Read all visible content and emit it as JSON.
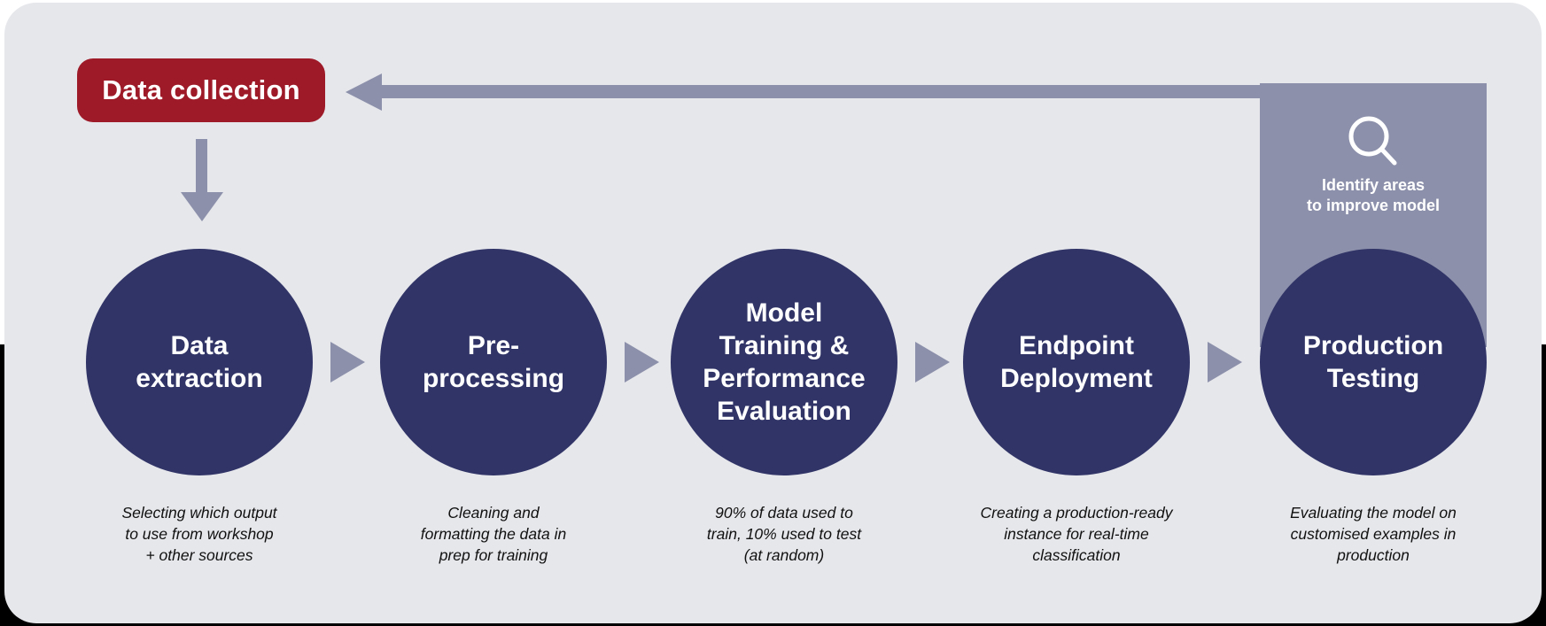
{
  "colors": {
    "card_background": "#e6e7eb",
    "accent_red": "#9e1a28",
    "circle_navy": "#303467",
    "arrow_gray": "#8c90aa",
    "caption_text": "#111111",
    "label_text": "#ffffff"
  },
  "start": {
    "label": "Data collection"
  },
  "feedback": {
    "icon": "search-icon",
    "label": "Identify areas\nto improve model"
  },
  "stages": [
    {
      "title": "Data\nextraction",
      "caption": "Selecting which output\nto use from workshop\n+ other sources"
    },
    {
      "title": "Pre-\nprocessing",
      "caption": "Cleaning and\nformatting the data in\nprep for training"
    },
    {
      "title": "Model\nTraining &\nPerformance\nEvaluation",
      "caption": "90% of data used to\ntrain, 10% used to test\n(at random)"
    },
    {
      "title": "Endpoint\nDeployment",
      "caption": "Creating a production-ready\ninstance for real-time\nclassification"
    },
    {
      "title": "Production\nTesting",
      "caption": "Evaluating the model on\ncustomised examples in\nproduction"
    }
  ]
}
